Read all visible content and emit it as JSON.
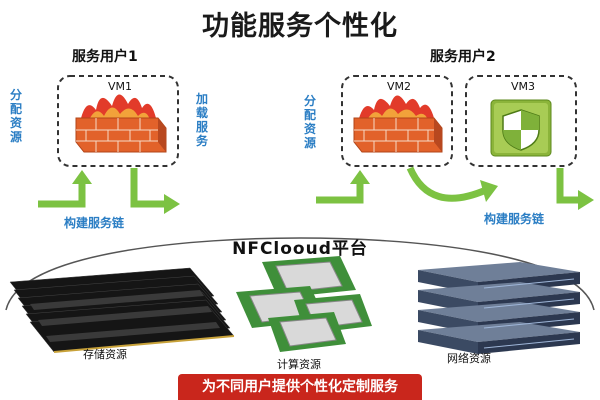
{
  "title": "功能服务个性化",
  "user1": {
    "label": "服务用户1",
    "vm": "VM1",
    "left_vertical": "分配资源",
    "right_vertical": "加载服务",
    "chain": "构建服务链"
  },
  "user2": {
    "label": "服务用户2",
    "vm_a": "VM2",
    "vm_b": "VM3",
    "left_vertical": "分配资源",
    "chain": "构建服务链"
  },
  "platform": "NFClooud平台",
  "resources": {
    "storage": "存储资源",
    "compute": "计算资源",
    "network": "网络资源"
  },
  "banner": "为不同用户提供个性化定制服务",
  "colors": {
    "accent_blue": "#2b7ec4",
    "arrow_green": "#7cc242",
    "firewall_brick": "#e2622a",
    "flame": "#e23b2a",
    "banner_red": "#c9261c"
  },
  "icons": [
    "firewall-icon",
    "shield-icon",
    "memory-module-icon",
    "cpu-chip-icon",
    "network-switch-icon"
  ]
}
